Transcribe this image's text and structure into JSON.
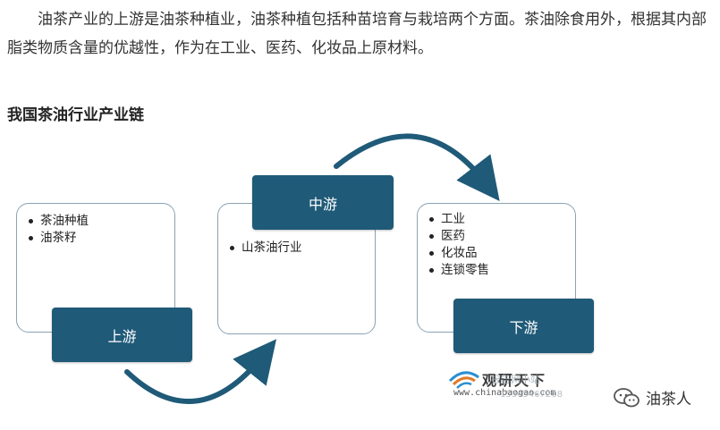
{
  "intro_text": "油茶产业的上游是油茶种植业，油茶种植包括种苗培育与栽培两个方面。茶油除食用外，根据其内部脂类物质含量的优越性，作为在工业、医药、化妆品上原材料。",
  "section_title": "我国茶油行业产业链",
  "stages": [
    {
      "label": "上游",
      "items": [
        "茶油种植",
        "油茶籽"
      ]
    },
    {
      "label": "中游",
      "items": [
        "山茶油行业"
      ]
    },
    {
      "label": "下游",
      "items": [
        "工业",
        "医药",
        "化妆品",
        "连锁零售"
      ]
    }
  ],
  "watermark": {
    "name": "观研天下",
    "url": "www.chinabaogao.com",
    "overlay": "报告网小站",
    "id": "15345467208"
  },
  "brand": {
    "name": "油茶人",
    "icon": "wechat-icon"
  },
  "colors": {
    "label_bg": "#1f5a78",
    "box_border": "#8aa3b3",
    "arrow": "#1f5a78"
  }
}
